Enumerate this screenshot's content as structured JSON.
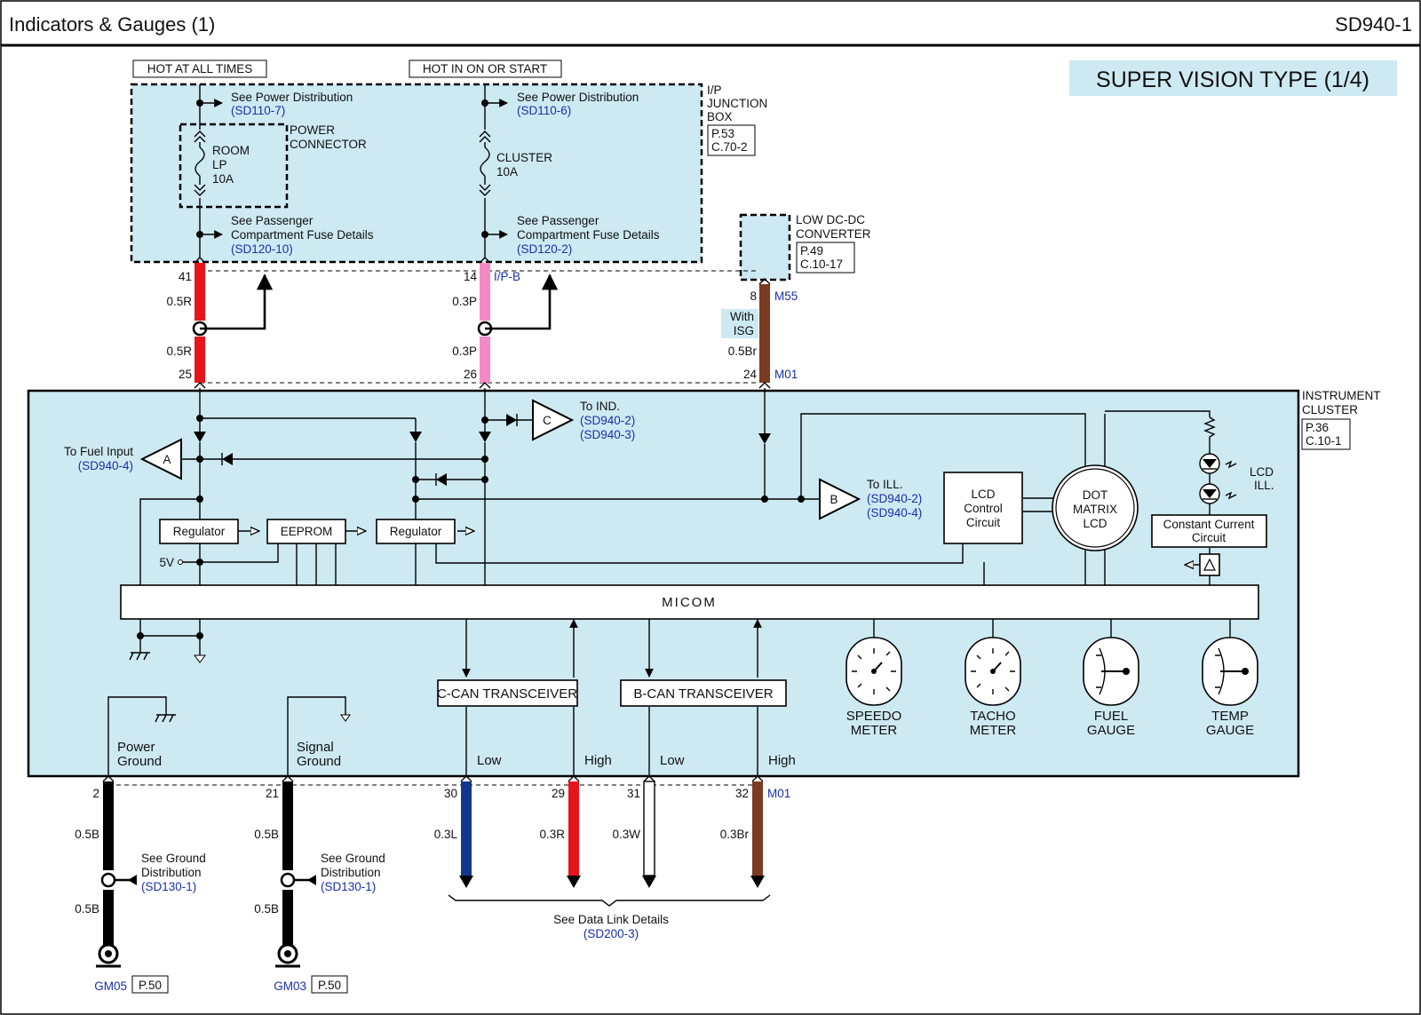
{
  "header": {
    "title": "Indicators & Gauges (1)",
    "code": "SD940-1",
    "badge": "SUPER VISION TYPE (1/4)"
  },
  "sources": {
    "hot_all_times": "HOT AT ALL TIMES",
    "hot_on_start": "HOT IN ON OR START"
  },
  "junction_box": {
    "label_lines": [
      "I/P",
      "JUNCTION",
      "BOX"
    ],
    "ref_lines": [
      "P.53",
      "C.70-2"
    ],
    "power_connector_lines": [
      "POWER",
      "CONNECTOR"
    ],
    "fuse_room_lines": [
      "ROOM",
      "LP",
      "10A"
    ],
    "fuse_cluster_lines": [
      "CLUSTER",
      "10A"
    ],
    "see_power_dist": "See Power Distribution",
    "power_ref_left": "(SD110-7)",
    "power_ref_right": "(SD110-6)",
    "see_passenger_lines": [
      "See Passenger",
      "Compartment Fuse Details"
    ],
    "pass_ref_left": "(SD120-10)",
    "pass_ref_right": "(SD120-2)"
  },
  "converter": {
    "label_lines": [
      "LOW DC-DC",
      "CONVERTER"
    ],
    "ref_lines": [
      "P.49",
      "C.10-17"
    ],
    "option_lines": [
      "With",
      "ISG"
    ]
  },
  "upper_wires": {
    "pin_41": "41",
    "pin_25": "25",
    "pin_14": "14",
    "pin_26": "26",
    "pin_8": "8",
    "pin_24": "24",
    "wire_red": "0.5R",
    "wire_pink": "0.3P",
    "wire_brown": "0.5Br",
    "conn_ipb": "I/P-B",
    "conn_m55": "M55",
    "conn_m01": "M01"
  },
  "cluster": {
    "label_lines": [
      "INSTRUMENT",
      "CLUSTER"
    ],
    "ref_lines": [
      "P.36",
      "C.10-1"
    ],
    "to_fuel_input": "To Fuel Input",
    "fuel_ref": "(SD940-4)",
    "to_ind": "To IND.",
    "ind_refs": [
      "(SD940-2)",
      "(SD940-3)"
    ],
    "to_ill": "To ILL.",
    "ill_refs": [
      "(SD940-2)",
      "(SD940-4)"
    ],
    "conn_a": "A",
    "conn_b": "B",
    "conn_c": "C",
    "regulator": "Regulator",
    "eeprom": "EEPROM",
    "five_v": "5V",
    "lcd_control_lines": [
      "LCD",
      "Control",
      "Circuit"
    ],
    "dot_matrix_lines": [
      "DOT",
      "MATRIX",
      "LCD"
    ],
    "lcd_ill_lines": [
      "LCD",
      "ILL."
    ],
    "constant_current_lines": [
      "Constant Current",
      "Circuit"
    ],
    "micom": "MICOM",
    "c_can": "C-CAN TRANSCEIVER",
    "b_can": "B-CAN TRANSCEIVER",
    "low": "Low",
    "high": "High",
    "power_ground_lines": [
      "Power",
      "Ground"
    ],
    "signal_ground_lines": [
      "Signal",
      "Ground"
    ],
    "gauges": [
      {
        "lines": [
          "SPEEDO",
          "METER"
        ],
        "icon": "speedometer-dial"
      },
      {
        "lines": [
          "TACHO",
          "METER"
        ],
        "icon": "tachometer-dial"
      },
      {
        "lines": [
          "FUEL",
          "GAUGE"
        ],
        "icon": "fuel-gauge-dial"
      },
      {
        "lines": [
          "TEMP",
          "GAUGE"
        ],
        "icon": "temp-gauge-dial"
      }
    ]
  },
  "lower_wires": {
    "pin_2": "2",
    "pin_21": "21",
    "pin_30": "30",
    "pin_29": "29",
    "pin_31": "31",
    "pin_32": "32",
    "wire_black": "0.5B",
    "wire_blue": "0.3L",
    "wire_red": "0.3R",
    "wire_white": "0.3W",
    "wire_brown": "0.3Br",
    "conn_m01": "M01",
    "see_ground_lines": [
      "See Ground",
      "Distribution"
    ],
    "ground_ref": "(SD130-1)",
    "see_data_link": "See Data Link Details",
    "data_link_ref": "(SD200-3)",
    "ground_gm05": "GM05",
    "ground_gm03": "GM03",
    "ground_page": "P.50"
  },
  "colors": {
    "panel": "#cde9f2",
    "wire_red": "#e8141c",
    "wire_pink": "#f48ac4",
    "wire_brown": "#7a3b22",
    "wire_blue": "#13378f",
    "wire_black": "#000000",
    "link_text": "#1a2fa8"
  }
}
